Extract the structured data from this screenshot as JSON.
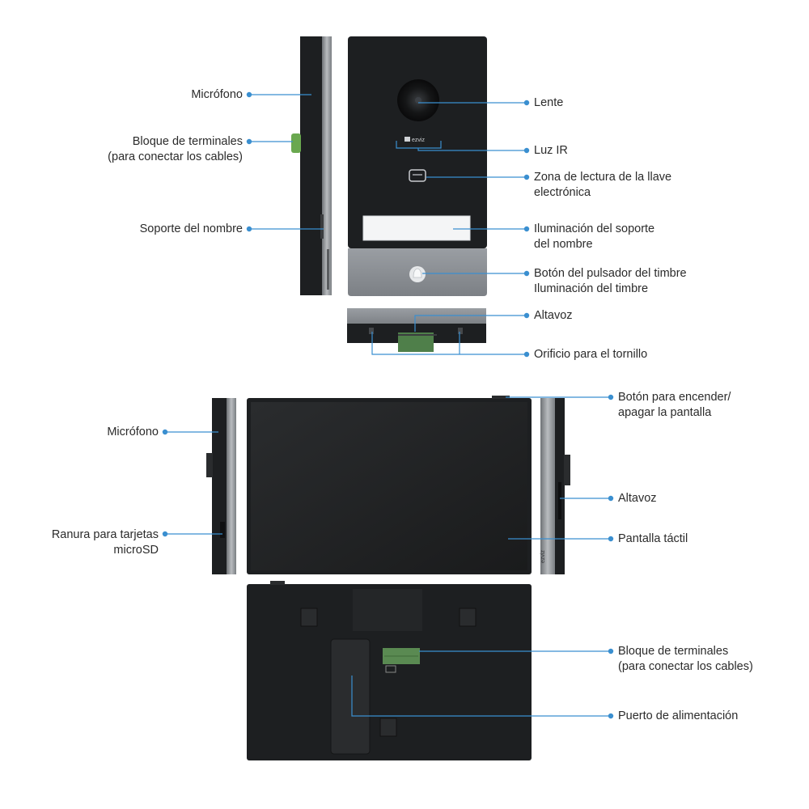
{
  "colors": {
    "leader": "#3a8fd0",
    "device_dark": "#1d1f21",
    "device_grey": "#8d9196"
  },
  "brand": "ezviz",
  "doorbell": {
    "side_labels": {
      "microphone": "Micrófono",
      "terminal_block": "Bloque de terminales\n(para conectar los cables)",
      "name_holder": "Soporte del nombre"
    },
    "front_labels": {
      "lens": "Lente",
      "ir_light": "Luz IR",
      "key_reader": "Zona de lectura de la llave\nelectrónica",
      "name_light": "Iluminación del soporte\ndel nombre",
      "bell_button": "Botón del pulsador del timbre\nIluminación del timbre"
    },
    "bottom_labels": {
      "speaker": "Altavoz",
      "screw_hole": "Orificio para el tornillo"
    }
  },
  "monitor": {
    "left_labels": {
      "microphone": "Micrófono",
      "sd_slot": "Ranura para tarjetas\nmicroSD"
    },
    "right_labels": {
      "power_button": "Botón para encender/\napagar la pantalla",
      "speaker": "Altavoz",
      "touchscreen": "Pantalla táctil"
    },
    "back_labels": {
      "terminal_block": "Bloque de terminales\n(para conectar los cables)",
      "power_port": "Puerto de alimentación"
    }
  }
}
